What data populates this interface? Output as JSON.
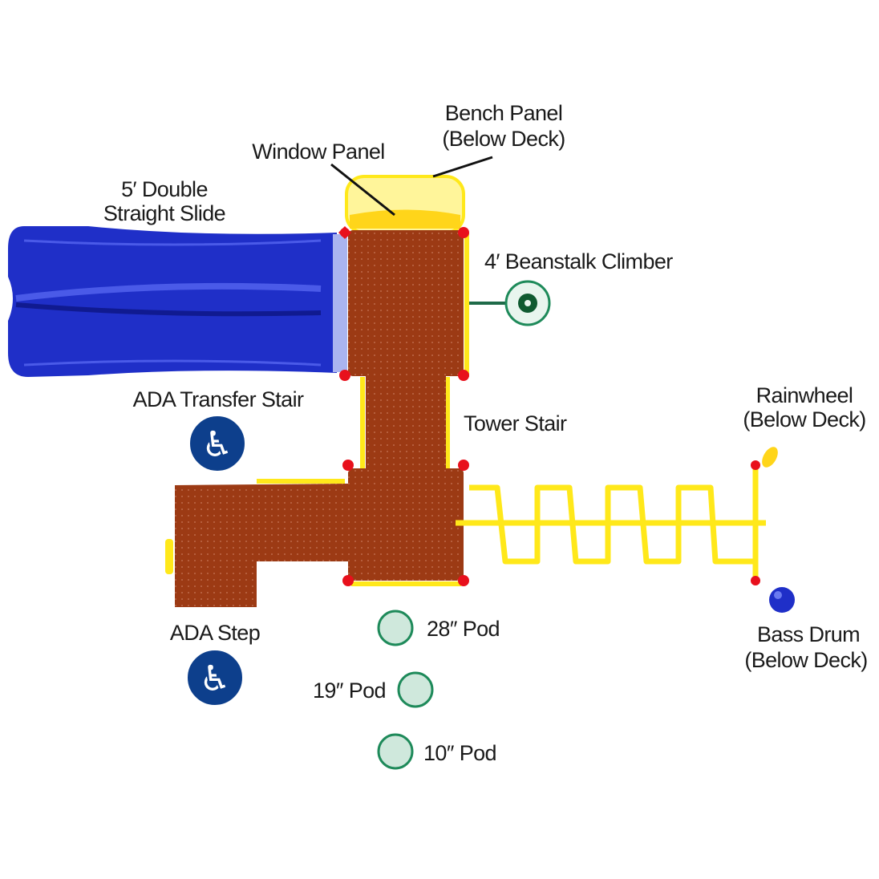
{
  "labels": {
    "bench_panel": [
      "Bench Panel",
      "(Below Deck)"
    ],
    "window_panel": "Window Panel",
    "slide": [
      "5′ Double",
      "Straight Slide"
    ],
    "beanstalk": "4′ Beanstalk Climber",
    "ada_transfer_stair": "ADA Transfer Stair",
    "tower_stair": "Tower Stair",
    "rainwheel": [
      "Rainwheel",
      "(Below Deck)"
    ],
    "ada_step": "ADA Step",
    "pod28": "28″ Pod",
    "pod19": "19″ Pod",
    "pod10": "10″ Pod",
    "bass_drum": [
      "Bass Drum",
      "(Below Deck)"
    ]
  },
  "colors": {
    "deck": "#9c3a14",
    "slide": "#1f2fc8",
    "yellow": "#ffe81a",
    "post": "#e8101c",
    "green": "#1e8a5a",
    "ada": "#0d3f8c"
  }
}
